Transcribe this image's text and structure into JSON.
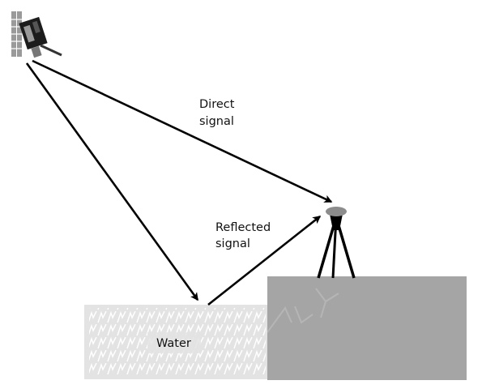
{
  "labels": {
    "direct_line1": "Direct",
    "direct_line2": "signal",
    "reflected_line1": "Reflected",
    "reflected_line2": "signal",
    "water": "Water"
  },
  "icons": {
    "satellite": "satellite-icon",
    "receiver": "gps-receiver-tripod-icon"
  },
  "colors": {
    "arrow": "#000000",
    "water": "#e3e3e3",
    "water_pattern": "#ffffff",
    "ground": "#a5a5a5",
    "antenna": "#8c8c8c",
    "text": "#111111"
  }
}
